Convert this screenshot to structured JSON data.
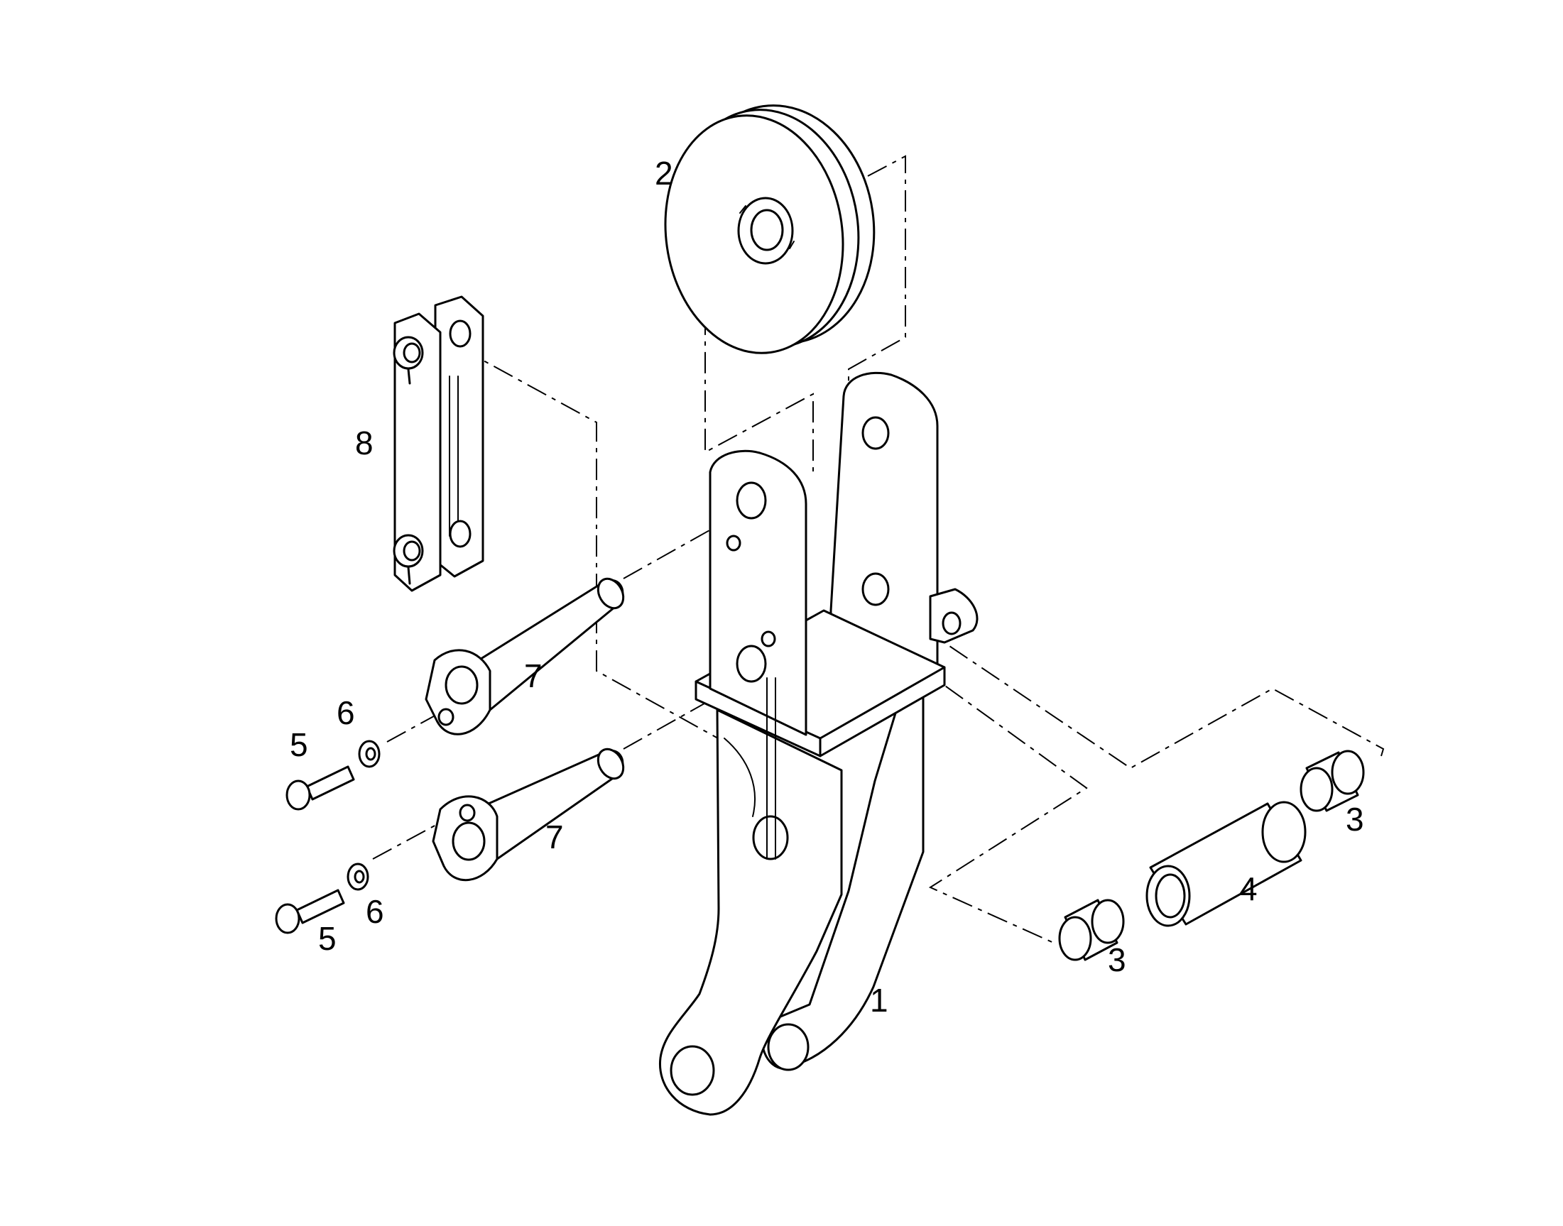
{
  "diagram": {
    "callouts": {
      "frame": "1",
      "sheave": "2",
      "bushing_top": "3",
      "bushing_bottom": "3",
      "sleeve": "4",
      "bolt_upper": "5",
      "bolt_lower": "5",
      "washer_upper": "6",
      "washer_lower": "6",
      "pin_upper": "7",
      "pin_lower": "7",
      "retainer": "8"
    }
  }
}
